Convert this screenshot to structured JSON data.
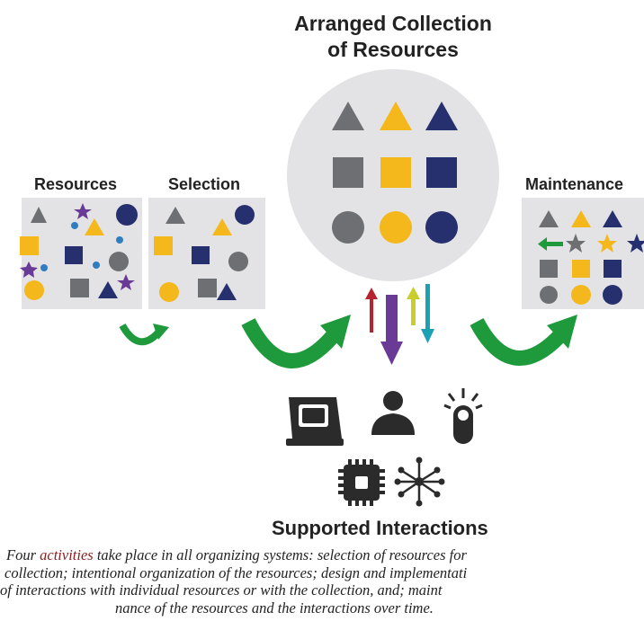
{
  "diagram": {
    "center_title_line1": "Arranged Collection",
    "center_title_line2": "of Resources",
    "resources_label": "Resources",
    "selection_label": "Selection",
    "maintenance_label": "Maintenance",
    "interactions_label": "Supported Interactions"
  },
  "caption": {
    "line1_pre": "Four ",
    "line1_link": "activities",
    "line1_post": " take place in all organizing systems: selection of resources for",
    "line2": "collection; intentional organization of the resources; design and implementati",
    "line3": "of interactions with individual resources or with the collection, and; maint",
    "line4": "nance of the resources and the interactions over time."
  },
  "colors": {
    "gray": "#6e6f72",
    "yellow": "#f4b81c",
    "navy": "#27306e",
    "purple": "#6a3a97",
    "blue_dot": "#2f7cc1",
    "green": "#1e9a3c",
    "red": "#b3242f",
    "lime": "#c8cf2a",
    "teal": "#1aa2b2",
    "panel": "#e3e3e5",
    "dark_icon": "#2b2b2b"
  }
}
